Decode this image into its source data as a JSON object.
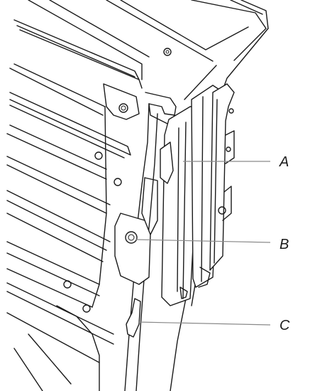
{
  "callouts": [
    {
      "label": "A"
    },
    {
      "label": "B"
    },
    {
      "label": "C"
    }
  ]
}
